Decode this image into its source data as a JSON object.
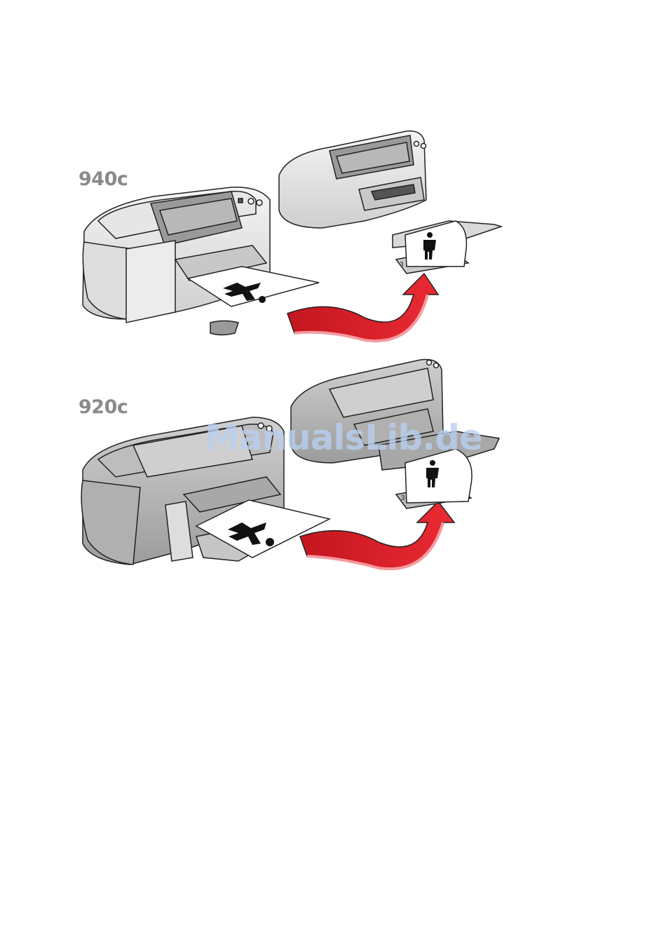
{
  "sections": [
    {
      "model": "940c",
      "printer_style": "white",
      "reverse_label": "3"
    },
    {
      "model": "920c",
      "printer_style": "grey",
      "reverse_label": "3"
    }
  ],
  "watermark": "ManualsLib.de",
  "colors": {
    "arrow": "#e0212c",
    "arrow_dark": "#9e1016",
    "label": "#8a8a8a",
    "watermark": "#b9cff0"
  }
}
